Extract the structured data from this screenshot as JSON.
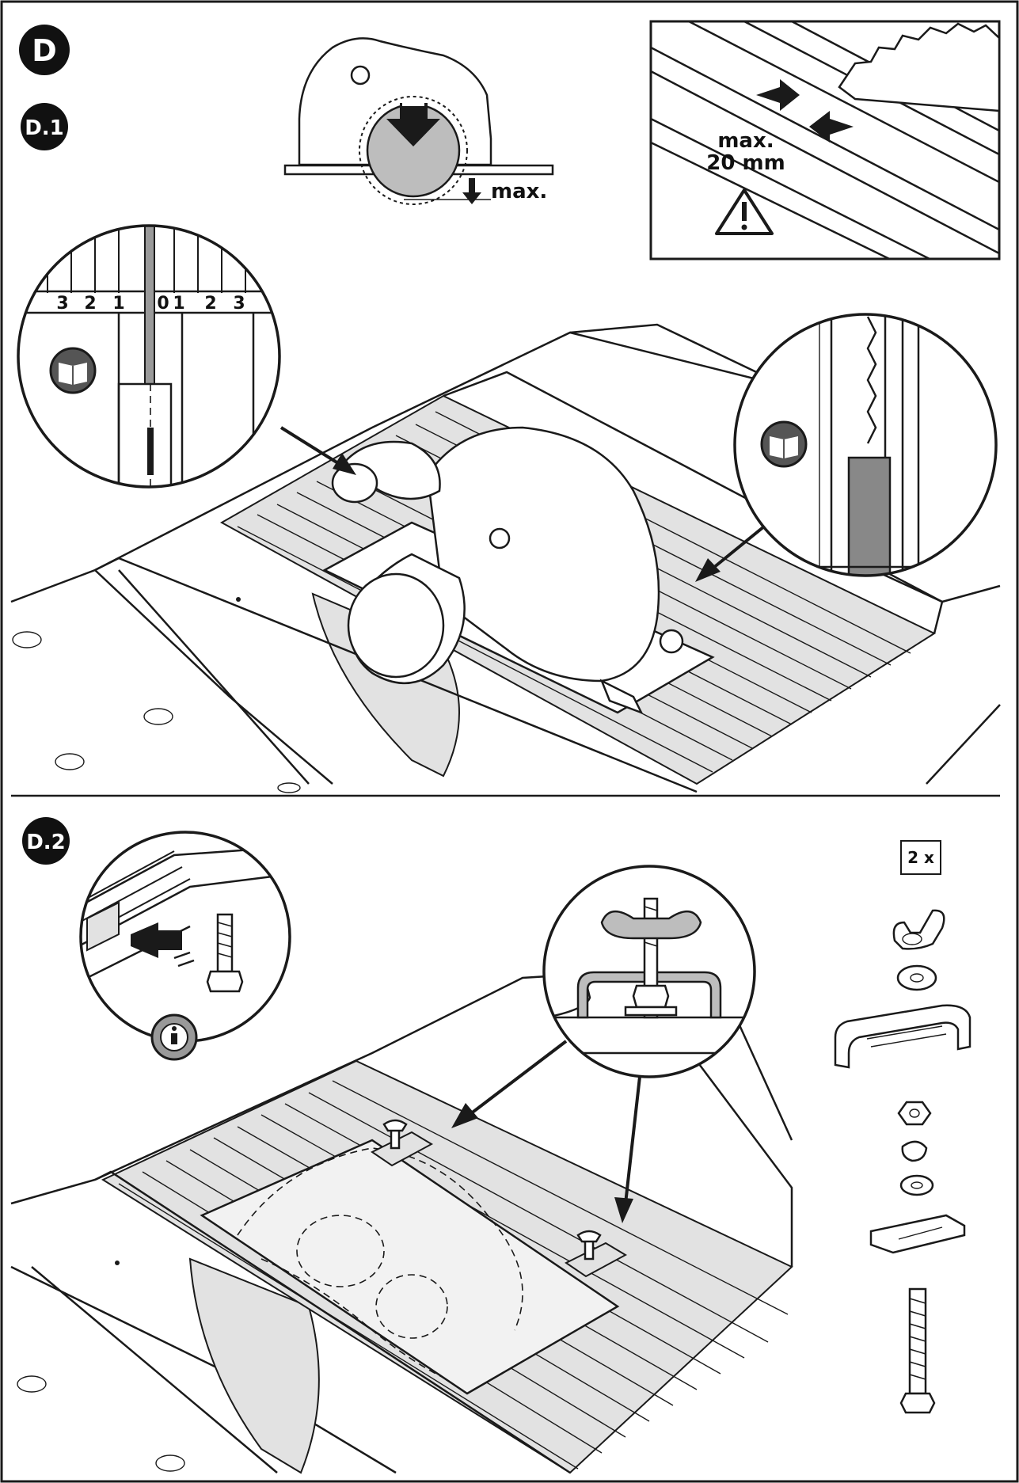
{
  "badges": {
    "main": "D",
    "step1": "D.1",
    "step2": "D.2"
  },
  "step1": {
    "depth_label": "max.",
    "detail_label_line1": "max.",
    "detail_label_line2": "20 mm",
    "warning_icon": "warning-triangle-icon",
    "scale_left": [
      "3",
      "2",
      "1"
    ],
    "scale_right": [
      "0",
      "1",
      "2",
      "3"
    ],
    "info_icon": "manual-info-icon"
  },
  "step2": {
    "quantity_label": "2 x",
    "info_icon": "info-icon",
    "hardware": [
      "wing-nut",
      "washer",
      "clamp-bracket",
      "hex-nut",
      "spring-washer",
      "washer",
      "slot-plate",
      "hex-bolt"
    ]
  },
  "colors": {
    "line": "#1a1a1a",
    "badge": "#111111",
    "fill_gray": "#bdbdbd",
    "background": "#ffffff"
  }
}
